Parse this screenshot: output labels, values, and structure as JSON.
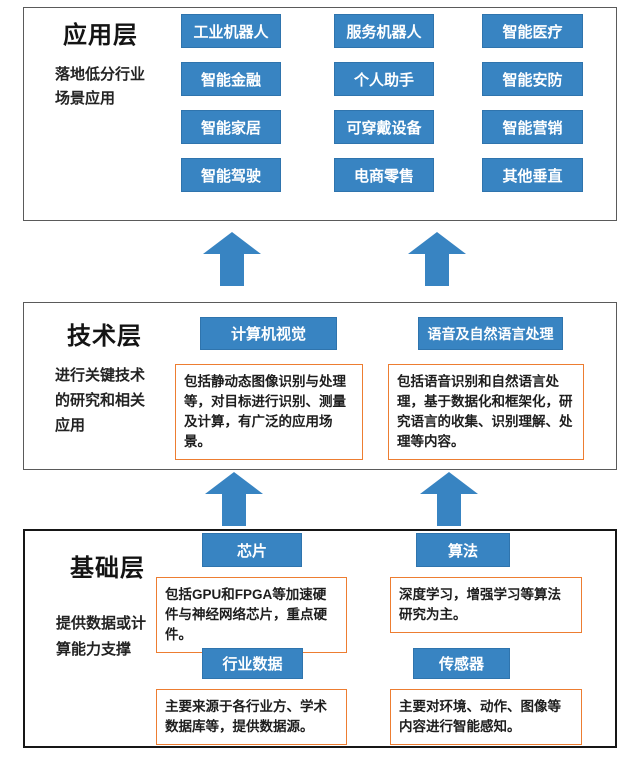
{
  "colors": {
    "box_blue": "#3884c2",
    "box_blue_border": "#2f74ad",
    "orange_border": "#ed7d31",
    "container_border": "#5a5a5a",
    "container_border_dark": "#161616",
    "box_text": "#ffffff",
    "text": "#1d1d1d"
  },
  "icons": {
    "up_arrow": "up-arrow"
  },
  "layers": {
    "application": {
      "title": "应用层",
      "subtitle_lines": [
        "落地低分行业",
        "场景应用"
      ],
      "items": [
        [
          "工业机器人",
          "服务机器人",
          "智能医疗"
        ],
        [
          "智能金融",
          "个人助手",
          "智能安防"
        ],
        [
          "智能家居",
          "可穿戴设备",
          "智能营销"
        ],
        [
          "智能驾驶",
          "电商零售",
          "其他垂直"
        ]
      ]
    },
    "technology": {
      "title": "技术层",
      "subtitle_lines": [
        "进行关键技术",
        "的研究和相关",
        "应用"
      ],
      "groups": [
        {
          "label": "计算机视觉",
          "desc": "包括静动态图像识别与处理等，对目标进行识别、测量及计算，有广泛的应用场景。"
        },
        {
          "label": "语音及自然语言处理",
          "desc": "包括语音识别和自然语言处理，基于数据化和框架化，研究语言的收集、识别理解、处理等内容。"
        }
      ]
    },
    "foundation": {
      "title": "基础层",
      "subtitle_lines": [
        "提供数据或计",
        "算能力支撑"
      ],
      "groups": [
        {
          "label": "芯片",
          "desc": "包括GPU和FPGA等加速硬件与神经网络芯片，重点硬件。"
        },
        {
          "label": "算法",
          "desc": "深度学习，增强学习等算法研究为主。"
        },
        {
          "label": "行业数据",
          "desc": "主要来源于各行业方、学术数据库等，提供数据源。"
        },
        {
          "label": "传感器",
          "desc": "主要对环境、动作、图像等内容进行智能感知。"
        }
      ]
    }
  }
}
